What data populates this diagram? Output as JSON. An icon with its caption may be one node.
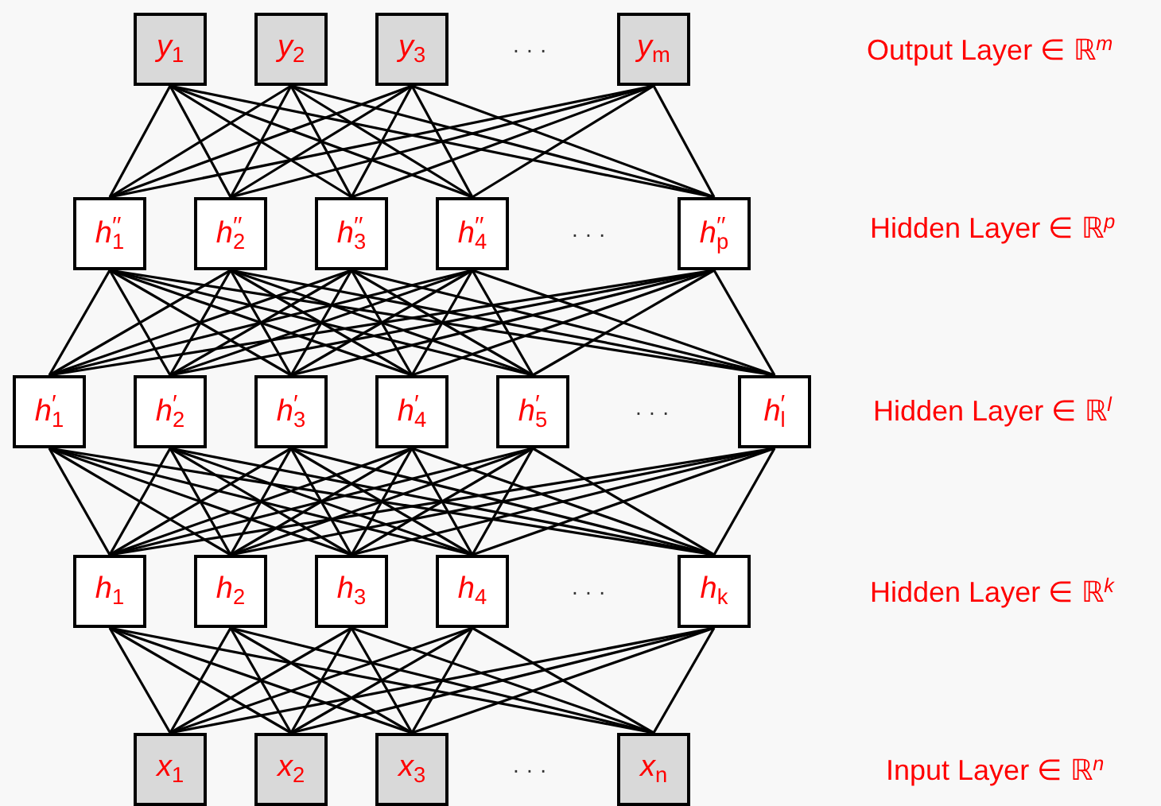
{
  "diagram": {
    "nodes": [
      {
        "text": [
          "y$_{1}$"
        ]
      },
      {
        "text": [
          "y$_{2}$"
        ]
      },
      {
        "text": [
          "y$_{3}$"
        ]
      },
      {
        "text": [
          "y$_{m}$"
        ]
      },
      {
        "text": [
          "h$^{′′}$$_{1}$"
        ]
      },
      {
        "text": [
          "h$^{′′}$$_{2}$"
        ]
      },
      {
        "text": [
          "h$^{′′}$$_{3}$"
        ]
      },
      {
        "text": [
          "h$^{′′}$$_{4}$"
        ]
      },
      {
        "text": [
          "h$^{′′}$$_{p}$"
        ]
      },
      {
        "text": [
          "h$^{′}$$_{1}$"
        ]
      },
      {
        "text": [
          "h$^{′}$$_{2}$"
        ]
      },
      {
        "text": [
          "h$^{′}$$_{3}$"
        ]
      },
      {
        "text": [
          "h$^{′}$$_{4}$"
        ]
      },
      {
        "text": [
          "h$^{′}$$_{5}$"
        ]
      },
      {
        "text": [
          "h$^{′}$$_{l}$"
        ]
      },
      {
        "text": [
          "h$_{1}$"
        ]
      },
      {
        "text": [
          "h$_{2}$"
        ]
      },
      {
        "text": [
          "h$_{3}$"
        ]
      },
      {
        "text": [
          "h$_{4}$"
        ]
      },
      {
        "text": [
          "h$_{k}$"
        ]
      },
      {
        "text": [
          "x$_{1}$"
        ]
      },
      {
        "text": [
          "x$_{2}$"
        ]
      },
      {
        "text": [
          "x$_{3}$"
        ]
      },
      {
        "text": [
          "x$_{n}$"
        ]
      }
    ],
    "edges": [
      {
        "from": 0,
        "to": 4,
        "arrow": "none"
      },
      {
        "from": 0,
        "to": 5,
        "arrow": "none"
      },
      {
        "from": 0,
        "to": 6,
        "arrow": "none"
      },
      {
        "from": 0,
        "to": 7,
        "arrow": "none"
      },
      {
        "from": 0,
        "to": 8,
        "arrow": "none"
      },
      {
        "from": 1,
        "to": 4,
        "arrow": "none"
      },
      {
        "from": 1,
        "to": 5,
        "arrow": "none"
      },
      {
        "from": 1,
        "to": 6,
        "arrow": "none"
      },
      {
        "from": 1,
        "to": 7,
        "arrow": "none"
      },
      {
        "from": 1,
        "to": 8,
        "arrow": "none"
      },
      {
        "from": 2,
        "to": 4,
        "arrow": "none"
      },
      {
        "from": 2,
        "to": 5,
        "arrow": "none"
      },
      {
        "from": 2,
        "to": 6,
        "arrow": "none"
      },
      {
        "from": 2,
        "to": 7,
        "arrow": "none"
      },
      {
        "from": 2,
        "to": 8,
        "arrow": "none"
      },
      {
        "from": 3,
        "to": 4,
        "arrow": "none"
      },
      {
        "from": 3,
        "to": 5,
        "arrow": "none"
      },
      {
        "from": 3,
        "to": 6,
        "arrow": "none"
      },
      {
        "from": 3,
        "to": 7,
        "arrow": "none"
      },
      {
        "from": 3,
        "to": 8,
        "arrow": "none"
      },
      {
        "from": 4,
        "to": 9,
        "arrow": "none"
      },
      {
        "from": 4,
        "to": 10,
        "arrow": "none"
      },
      {
        "from": 4,
        "to": 11,
        "arrow": "none"
      },
      {
        "from": 4,
        "to": 12,
        "arrow": "none"
      },
      {
        "from": 4,
        "to": 13,
        "arrow": "none"
      },
      {
        "from": 4,
        "to": 14,
        "arrow": "none"
      },
      {
        "from": 5,
        "to": 9,
        "arrow": "none"
      },
      {
        "from": 5,
        "to": 10,
        "arrow": "none"
      },
      {
        "from": 5,
        "to": 11,
        "arrow": "none"
      },
      {
        "from": 5,
        "to": 12,
        "arrow": "none"
      },
      {
        "from": 5,
        "to": 13,
        "arrow": "none"
      },
      {
        "from": 5,
        "to": 14,
        "arrow": "none"
      },
      {
        "from": 6,
        "to": 9,
        "arrow": "none"
      },
      {
        "from": 6,
        "to": 10,
        "arrow": "none"
      },
      {
        "from": 6,
        "to": 11,
        "arrow": "none"
      },
      {
        "from": 6,
        "to": 12,
        "arrow": "none"
      },
      {
        "from": 6,
        "to": 13,
        "arrow": "none"
      },
      {
        "from": 6,
        "to": 14,
        "arrow": "none"
      },
      {
        "from": 7,
        "to": 9,
        "arrow": "none"
      },
      {
        "from": 7,
        "to": 10,
        "arrow": "none"
      },
      {
        "from": 7,
        "to": 11,
        "arrow": "none"
      },
      {
        "from": 7,
        "to": 12,
        "arrow": "none"
      },
      {
        "from": 7,
        "to": 13,
        "arrow": "none"
      },
      {
        "from": 7,
        "to": 14,
        "arrow": "none"
      },
      {
        "from": 8,
        "to": 9,
        "arrow": "none"
      },
      {
        "from": 8,
        "to": 10,
        "arrow": "none"
      },
      {
        "from": 8,
        "to": 11,
        "arrow": "none"
      },
      {
        "from": 8,
        "to": 12,
        "arrow": "none"
      },
      {
        "from": 8,
        "to": 13,
        "arrow": "none"
      },
      {
        "from": 8,
        "to": 14,
        "arrow": "none"
      },
      {
        "from": 9,
        "to": 15,
        "arrow": "none"
      },
      {
        "from": 9,
        "to": 16,
        "arrow": "none"
      },
      {
        "from": 9,
        "to": 17,
        "arrow": "none"
      },
      {
        "from": 9,
        "to": 18,
        "arrow": "none"
      },
      {
        "from": 9,
        "to": 19,
        "arrow": "none"
      },
      {
        "from": 10,
        "to": 15,
        "arrow": "none"
      },
      {
        "from": 10,
        "to": 16,
        "arrow": "none"
      },
      {
        "from": 10,
        "to": 17,
        "arrow": "none"
      },
      {
        "from": 10,
        "to": 18,
        "arrow": "none"
      },
      {
        "from": 10,
        "to": 19,
        "arrow": "none"
      },
      {
        "from": 11,
        "to": 15,
        "arrow": "none"
      },
      {
        "from": 11,
        "to": 16,
        "arrow": "none"
      },
      {
        "from": 11,
        "to": 17,
        "arrow": "none"
      },
      {
        "from": 11,
        "to": 18,
        "arrow": "none"
      },
      {
        "from": 11,
        "to": 19,
        "arrow": "none"
      },
      {
        "from": 12,
        "to": 15,
        "arrow": "none"
      },
      {
        "from": 12,
        "to": 16,
        "arrow": "none"
      },
      {
        "from": 12,
        "to": 17,
        "arrow": "none"
      },
      {
        "from": 12,
        "to": 18,
        "arrow": "none"
      },
      {
        "from": 12,
        "to": 19,
        "arrow": "none"
      },
      {
        "from": 13,
        "to": 15,
        "arrow": "none"
      },
      {
        "from": 13,
        "to": 16,
        "arrow": "none"
      },
      {
        "from": 13,
        "to": 17,
        "arrow": "none"
      },
      {
        "from": 13,
        "to": 18,
        "arrow": "none"
      },
      {
        "from": 13,
        "to": 19,
        "arrow": "none"
      },
      {
        "from": 14,
        "to": 15,
        "arrow": "none"
      },
      {
        "from": 14,
        "to": 16,
        "arrow": "none"
      },
      {
        "from": 14,
        "to": 17,
        "arrow": "none"
      },
      {
        "from": 14,
        "to": 18,
        "arrow": "none"
      },
      {
        "from": 14,
        "to": 19,
        "arrow": "none"
      },
      {
        "from": 15,
        "to": 20,
        "arrow": "none"
      },
      {
        "from": 15,
        "to": 21,
        "arrow": "none"
      },
      {
        "from": 15,
        "to": 22,
        "arrow": "none"
      },
      {
        "from": 15,
        "to": 23,
        "arrow": "none"
      },
      {
        "from": 16,
        "to": 20,
        "arrow": "none"
      },
      {
        "from": 16,
        "to": 21,
        "arrow": "none"
      },
      {
        "from": 16,
        "to": 22,
        "arrow": "none"
      },
      {
        "from": 16,
        "to": 23,
        "arrow": "none"
      },
      {
        "from": 17,
        "to": 20,
        "arrow": "none"
      },
      {
        "from": 17,
        "to": 21,
        "arrow": "none"
      },
      {
        "from": 17,
        "to": 22,
        "arrow": "none"
      },
      {
        "from": 17,
        "to": 23,
        "arrow": "none"
      },
      {
        "from": 18,
        "to": 20,
        "arrow": "none"
      },
      {
        "from": 18,
        "to": 21,
        "arrow": "none"
      },
      {
        "from": 18,
        "to": 22,
        "arrow": "none"
      },
      {
        "from": 18,
        "to": 23,
        "arrow": "none"
      },
      {
        "from": 19,
        "to": 20,
        "arrow": "none"
      },
      {
        "from": 19,
        "to": 21,
        "arrow": "none"
      },
      {
        "from": 19,
        "to": 22,
        "arrow": "none"
      },
      {
        "from": 19,
        "to": 23,
        "arrow": "none"
      }
    ],
    "labels": [
      "· · ·",
      "Output Layer ∈ ℝ$^{m}$",
      "· · ·",
      "Hidden Layer ∈ ℝ$^{p}$",
      "· · ·",
      "Hidden Layer ∈ ℝ$^{l}$",
      "· · ·",
      "Hidden Layer ∈ ℝ$^{k}$",
      "· · ·",
      "Input Layer ∈ ℝ$^{n}$"
    ]
  }
}
